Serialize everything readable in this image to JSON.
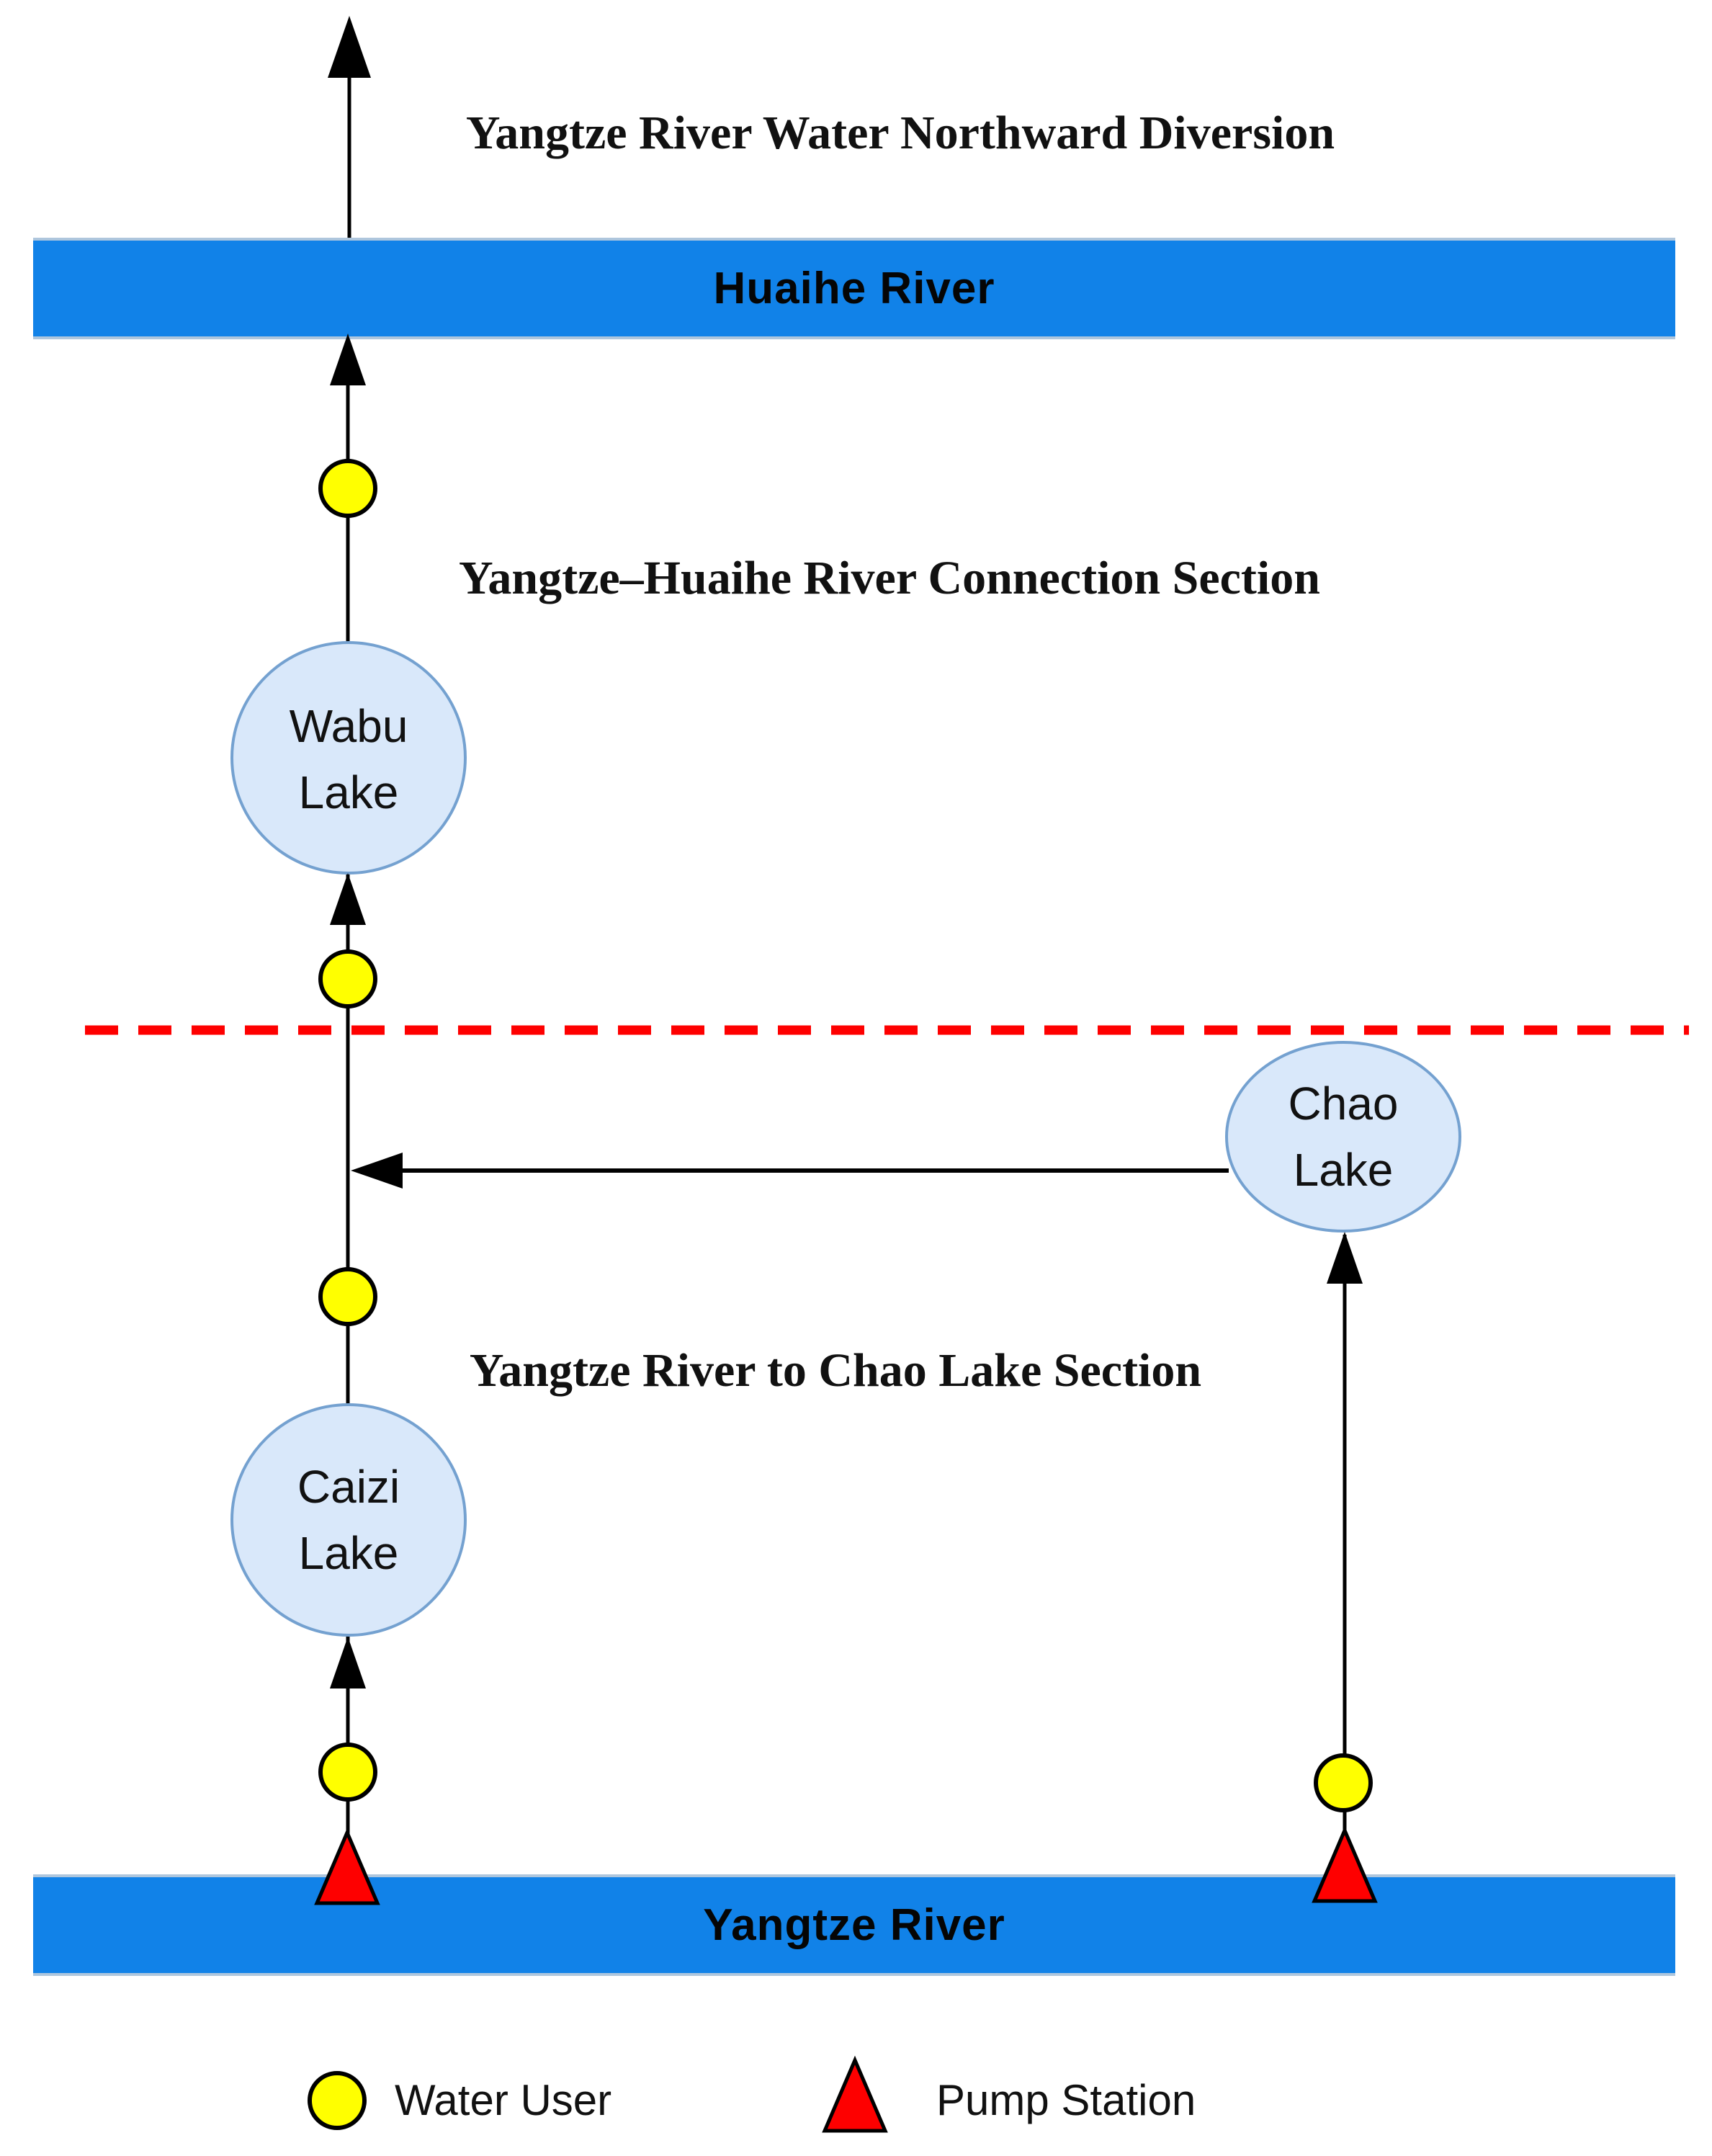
{
  "title": "Yangtze River Water Northward Diversion",
  "rivers": {
    "huaihe": "Huaihe River",
    "yangtze": "Yangtze River"
  },
  "sections": {
    "connection": "Yangtze–Huaihe River Connection Section",
    "chao": "Yangtze River to Chao Lake Section"
  },
  "lakes": {
    "wabu": "Wabu Lake",
    "chao": "Chao Lake",
    "caizi": "Caizi Lake"
  },
  "legend": {
    "water_user": "Water User",
    "pump_station": "Pump Station"
  },
  "colors": {
    "river_bar": "#1182E8",
    "lake_fill": "#D9E8FA",
    "lake_stroke": "#74A1D0",
    "water_user_fill": "#FFFF00",
    "pump_station_fill": "#FE0000",
    "boundary_dashed": "#FE0000",
    "line": "#000000"
  }
}
